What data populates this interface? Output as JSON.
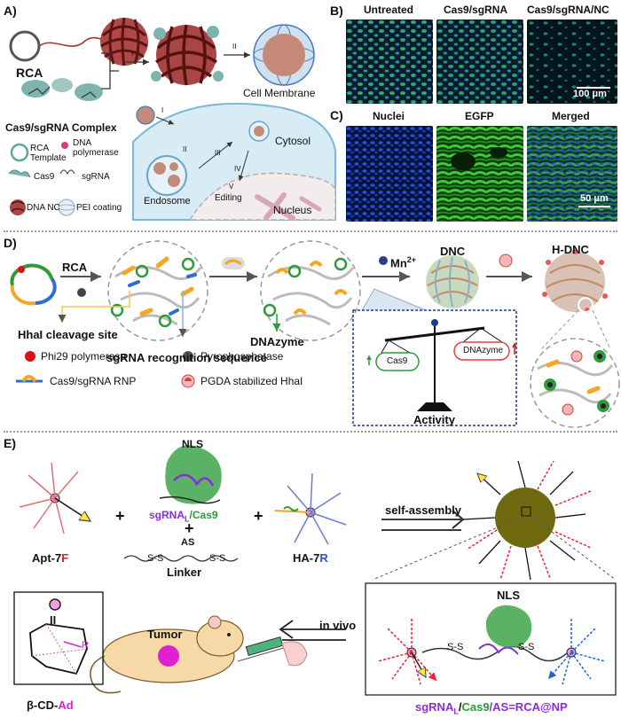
{
  "panelA": {
    "letter": "A)",
    "rca": "RCA",
    "complex": "Cas9/sgRNA Complex",
    "cell_membrane": "Cell Membrane",
    "cytosol": "Cytosol",
    "endosome": "Endosome",
    "editing": "Editing",
    "nucleus": "Nucleus",
    "steps": [
      "I",
      "II",
      "I",
      "II",
      "III",
      "IV",
      "V"
    ],
    "legend": {
      "rca_template": "RCA\nTemplate",
      "rca_template_1": "RCA",
      "rca_template_2": "Template",
      "dna_pol_1": "DNA",
      "dna_pol_2": "polymerase",
      "cas9": "Cas9",
      "sgrna": "sgRNA",
      "dna_nc": "DNA NC",
      "pei": "PEI coating"
    }
  },
  "panelB": {
    "letter": "B)",
    "titles": [
      "Untreated",
      "Cas9/sgRNA",
      "Cas9/sgRNA/NC"
    ],
    "scale": "100 μm"
  },
  "panelC": {
    "letter": "C)",
    "titles": [
      "Nuclei",
      "EGFP",
      "Merged"
    ],
    "scale": "50 μm"
  },
  "panelD": {
    "letter": "D)",
    "rca": "RCA",
    "mn": "Mn",
    "mn_sup": "2+",
    "dnc": "DNC",
    "hdnc": "H-DNC",
    "hhal": "HhaI cleavage site",
    "sgrna_seq": "sgRNA recognition sequence",
    "dnazyme": "DNAzyme",
    "cas9": "Cas9",
    "dnazyme_box": "DNAzyme",
    "activity": "Activity",
    "legend": {
      "phi29": "Phi29 polymerase",
      "ppase": "Pyrophosphatase",
      "rnp": "Cas9/sgRNA RNP",
      "pgda": "PGDA stabilized HhaI"
    }
  },
  "panelE": {
    "letter": "E)",
    "nls_top": "NLS",
    "sgrna_main": "sgRNA",
    "sgrna_sub": "L",
    "slash_cas9": "/Cas9",
    "plus1": "+",
    "plus2": "+",
    "plus3": "+",
    "as": "AS",
    "linker": "Linker",
    "apt_main": "Apt-7",
    "apt_suffix": "F",
    "ha_main": "HA-7",
    "ha_suffix": "R",
    "self_assembly": "self-assembly",
    "ii_mark": "II",
    "r_mark": "R",
    "cd_main": "β-CD-",
    "cd_suffix": "Ad",
    "tumor": "Tumor",
    "in_vivo": "in vivo",
    "nls_bottom": "NLS",
    "ss_text": "S-S",
    "bottom_sg": "sgRNA",
    "bottom_sub": "L",
    "bottom_slash1": "/",
    "bottom_cas9": "Cas9",
    "bottom_rest": "/AS=RCA@NP"
  },
  "colors": {
    "purple": "#8a2be2",
    "green": "#2e9b3a",
    "red": "#e8172a",
    "magenta": "#e020d0",
    "blue": "#2d4fd0",
    "olive": "#8a7a16",
    "orange": "#f5a623"
  }
}
